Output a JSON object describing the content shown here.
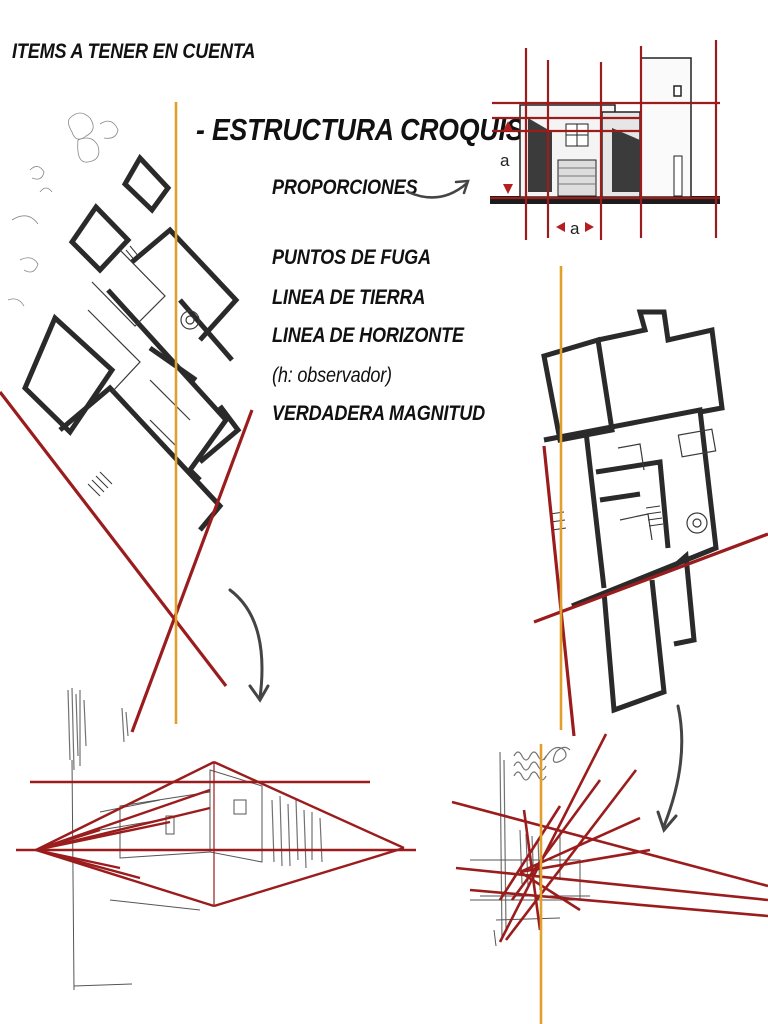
{
  "header": {
    "title": "ITEMS A TENER EN CUENTA"
  },
  "section": {
    "title": "- ESTRUCTURA CROQUIS",
    "proporciones": "PROPORCIONES"
  },
  "topics": [
    "PUNTOS DE FUGA",
    "LINEA DE TIERRA",
    "LINEA DE HORIZONTE",
    "(h: observador)",
    "VERDADERA MAGNITUD"
  ],
  "facade": {
    "label_vertical": "a",
    "label_horizontal": "a"
  },
  "icons": [
    "curved-arrow-icon"
  ],
  "colors": {
    "construction_line": "#9b1c1c",
    "observer_line": "#e0a02a",
    "wall": "#2a2a2a",
    "ink": "#111111"
  }
}
